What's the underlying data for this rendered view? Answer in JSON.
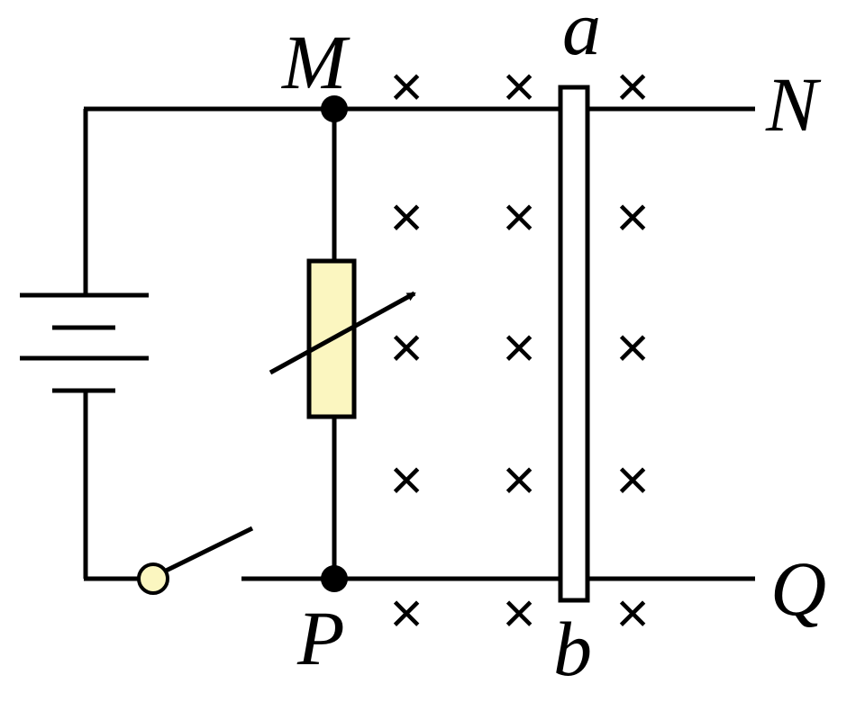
{
  "labels": {
    "M": "M",
    "N": "N",
    "P": "P",
    "Q": "Q",
    "a": "a",
    "b": "b"
  },
  "field": {
    "symbol": "×"
  },
  "colors": {
    "line": "#000000",
    "resistor_fill": "#fbf6c0",
    "switch_pivot_fill": "#fbf6c0",
    "rod_fill": "#ffffff"
  }
}
